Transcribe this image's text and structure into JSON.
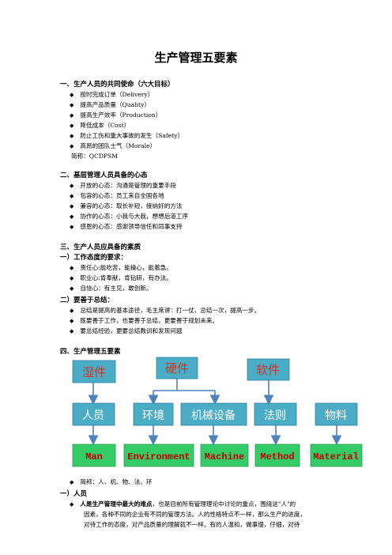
{
  "title": "生产管理五要素",
  "sections": {
    "s1": {
      "heading": "一、生产人员的共同使命（六大目标）",
      "items": [
        "按时完成订单（Delivery）",
        "提高产品质量（Quality）",
        "提高生产效率（Production）",
        "降低成本（Cost）",
        "防止工伤和重大事故的发生（Safety）",
        "高昂的团队士气（Morale）"
      ],
      "note": "简称：QCDPSM"
    },
    "s2": {
      "heading": "二、基层管理人员具备的心态",
      "items": [
        "开放的心态：沟通是管理的重要手段",
        "包容的心态：员工来自全国各地",
        "兼容的心态：取长补短，接纳好的方法",
        "协作的心态：小我与大我，想想后道工序",
        "感恩的心态：感谢领导信任和同事支持"
      ]
    },
    "s3": {
      "heading": "三、生产人员应具备的素质",
      "sub1": {
        "heading": "一）工作态度的要求：",
        "items": [
          "责任心:能吃苦，能操心，能着急。",
          "职业心:肯奉献，肯钻研，有办法。",
          "自信心：有主见，敢创新。"
        ]
      },
      "sub2": {
        "heading": "二）要善于总结：",
        "items": [
          "总结是提高的基本途径，毛主席讲：打一仗，总结一次，提高一步。",
          "既要善于工作，也要善于总结，更要善于规划未来。",
          "要总结经验，更要总结教训和发现问题"
        ]
      }
    },
    "s4": {
      "heading": "四、生产管理五要素",
      "diagram": {
        "top": [
          "湿件",
          "硬件",
          "软件"
        ],
        "middle": [
          "人员",
          "环境",
          "机械设备",
          "法则",
          "物料"
        ],
        "bottom": [
          "Man",
          "Environment",
          "Machine",
          "Method",
          "Material"
        ]
      },
      "summary": "简称：人、机、物、法、环",
      "sub1_heading": "一）人员",
      "bullet_bold": "人是生产管理中最大的难点",
      "bullet_rest": "，也是目前所有管理理论中讨论的重点，围绕这\"人\"的",
      "para_lines": [
        "因素，各种不同的企业有不同的管理方法。人的性格特点不一样，那么生产的进度，",
        "对待工作的态度，对产品质量的理解就不一样。有的人温和，做事慢，仔细，对待"
      ]
    }
  },
  "colors": {
    "box_fill": "#4bacc6",
    "box_border": "#2e7fa0",
    "top_text": "#c0392b",
    "mid_text": "#ffffff",
    "bottom_fill": "#33cc66",
    "bottom_text": "#c00000",
    "arrow": "#4f81bd"
  }
}
